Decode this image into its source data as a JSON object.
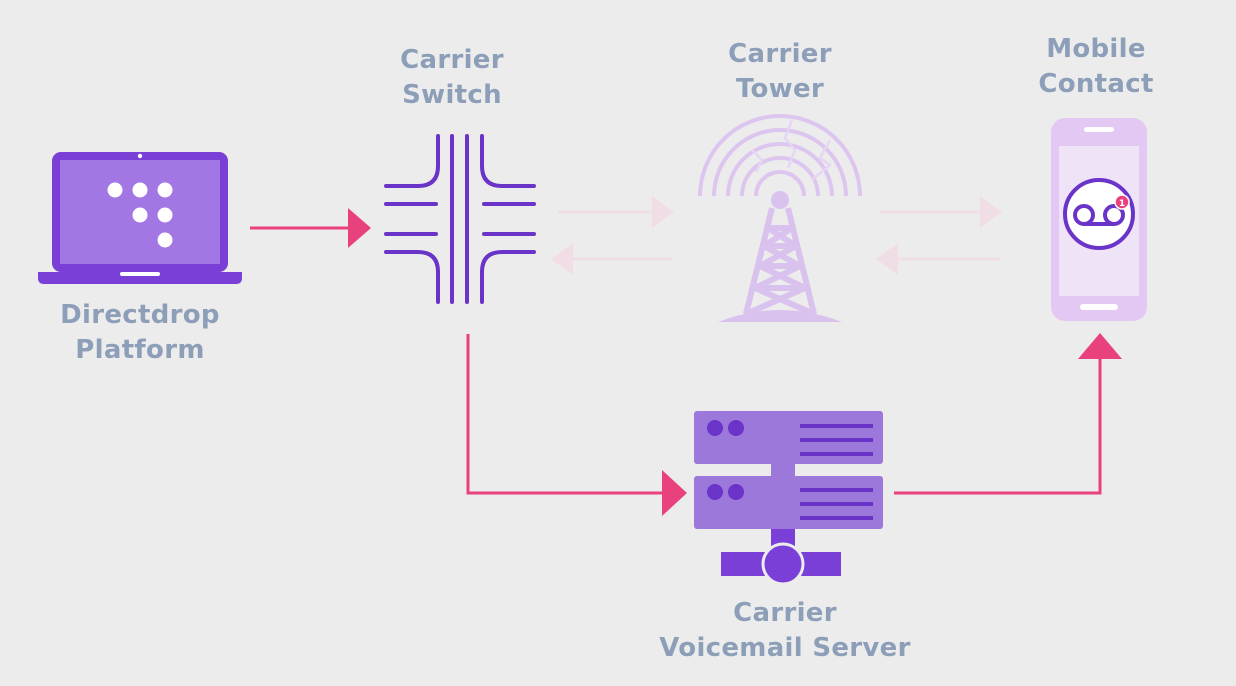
{
  "nodes": {
    "platform": {
      "line1": "Directdrop",
      "line2": "Platform",
      "icon": "laptop-icon"
    },
    "switch": {
      "line1": "Carrier",
      "line2": "Switch",
      "icon": "switch-icon"
    },
    "tower": {
      "line1": "Carrier",
      "line2": "Tower",
      "icon": "tower-icon"
    },
    "mobile": {
      "line1": "Mobile",
      "line2": "Contact",
      "icon": "phone-icon"
    },
    "voicemail": {
      "line1": "Carrier",
      "line2": "Voicemail Server",
      "icon": "server-icon"
    }
  },
  "badge": {
    "count": "1"
  },
  "colors": {
    "purple": "#7a3fd6",
    "purple_mid": "#9b78d9",
    "purple_light": "#d9c3ee",
    "pink": "#e8417d",
    "label": "#8d9fb8",
    "background": "#ececec"
  }
}
